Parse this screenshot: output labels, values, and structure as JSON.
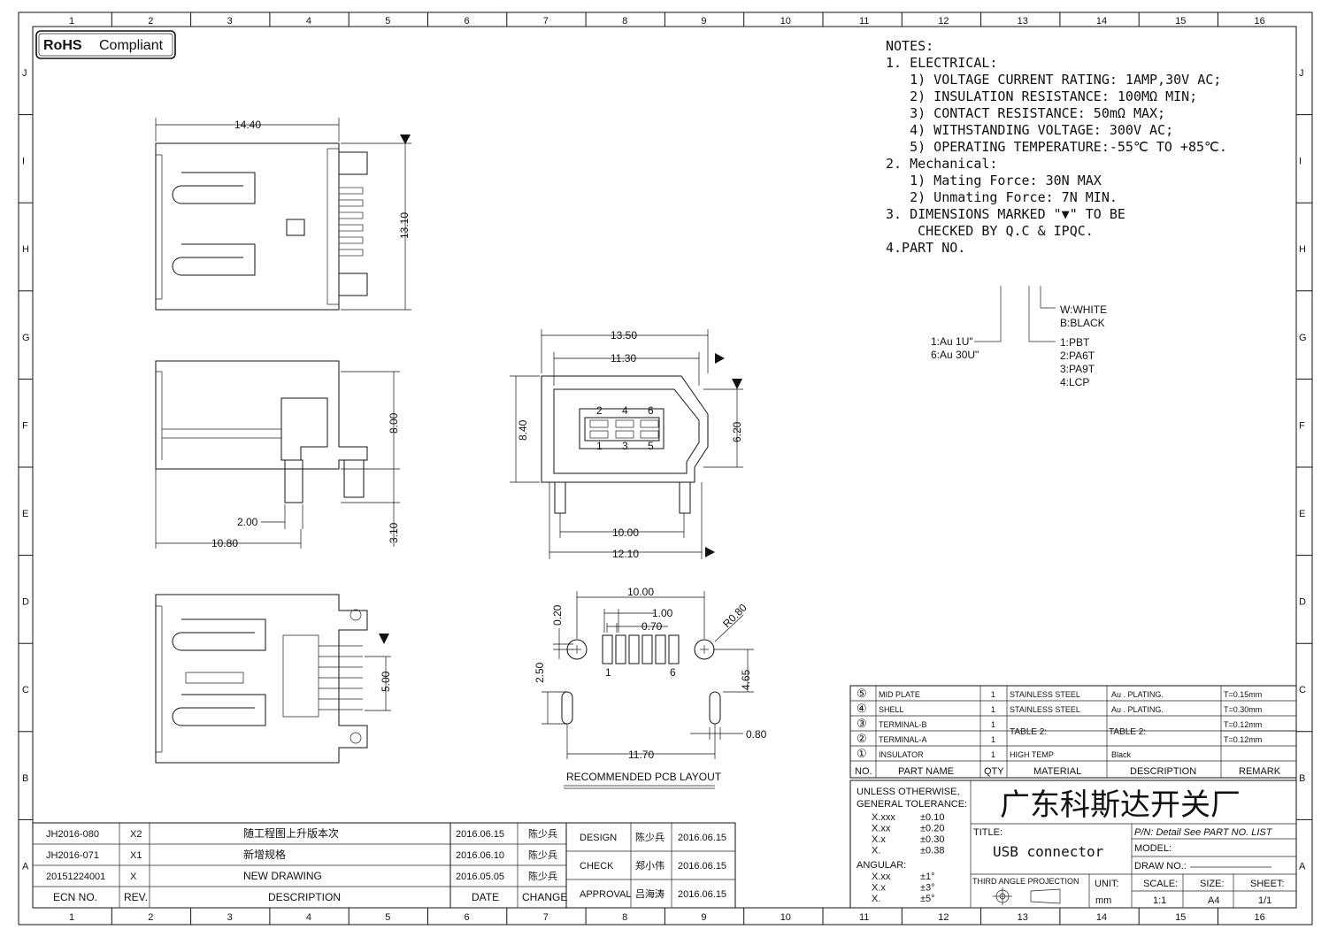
{
  "border": {
    "columns": [
      "1",
      "2",
      "3",
      "4",
      "5",
      "6",
      "7",
      "8",
      "9",
      "10",
      "11",
      "12",
      "13",
      "14",
      "15",
      "16"
    ],
    "rows": [
      "J",
      "I",
      "H",
      "G",
      "F",
      "E",
      "D",
      "C",
      "B",
      "A"
    ]
  },
  "rohs": {
    "bold": "RoHS",
    "label": "Compliant"
  },
  "notes": {
    "heading": "NOTES:",
    "lines": [
      "1. ELECTRICAL:",
      "   1) VOLTAGE CURRENT RATING: 1AMP,30V AC;",
      "   2) INSULATION RESISTANCE: 100MΩ MIN;",
      "   3) CONTACT RESISTANCE: 50mΩ MAX;",
      "   4) WITHSTANDING VOLTAGE: 300V AC;",
      "   5) OPERATING TEMPERATURE:-55℃ TO +85℃.",
      "2. Mechanical:",
      "   1) Mating Force: 30N MAX",
      "   2) Unmating Force: 7N MIN.",
      "3. DIMENSIONS MARKED \"▼\" TO BE",
      "    CHECKED BY Q.C & IPQC.",
      "4.PART NO."
    ]
  },
  "part_no": {
    "plating": [
      "1:Au 1U\"",
      "6:Au 30U\""
    ],
    "color": [
      "W:WHITE",
      "B:BLACK"
    ],
    "material": [
      "1:PBT",
      "2:PA6T",
      "3:PA9T",
      "4:LCP"
    ]
  },
  "top_view": {
    "width": "14.40",
    "height": "13.10"
  },
  "side_view": {
    "height": "8.00",
    "pin_len": "3.10",
    "offset": "2.00",
    "depth": "10.80"
  },
  "front_view": {
    "outer_width": "13.50",
    "inner_width": "11.30",
    "height": "8.40",
    "inner_height": "6.20",
    "peg_span": "10.00",
    "base_width": "12.10",
    "pins_top": [
      "2",
      "4",
      "6"
    ],
    "pins_bottom": [
      "1",
      "3",
      "5"
    ]
  },
  "bottom_view": {
    "pitch": "5.00"
  },
  "pcb": {
    "title": "RECOMMENDED PCB LAYOUT",
    "hole_span": "10.00",
    "pad_pitch": "1.00",
    "pad_width": "0.70",
    "offset": "0.20",
    "radius": "R0.80",
    "vertical": "2.50",
    "slot_offset": "4.65",
    "slot_width": "0.80",
    "slot_span": "11.70",
    "pin_first": "1",
    "pin_last": "6"
  },
  "bom": {
    "rows": [
      {
        "no": "⑤",
        "name": "MID PLATE",
        "qty": "1",
        "material": "STAINLESS STEEL",
        "desc": "Au . PLATING.",
        "remark": "T=0.15mm"
      },
      {
        "no": "④",
        "name": "SHELL",
        "qty": "1",
        "material": "STAINLESS STEEL",
        "desc": "Au . PLATING.",
        "remark": "T=0.30mm"
      },
      {
        "no": "③",
        "name": "TERMINAL-B",
        "qty": "1",
        "material": "",
        "desc": "",
        "remark": "T=0.12mm"
      },
      {
        "no": "②",
        "name": "TERMINAL-A",
        "qty": "1",
        "material": "",
        "desc": "",
        "remark": "T=0.12mm"
      },
      {
        "no": "①",
        "name": "INSULATOR",
        "qty": "1",
        "material": "HIGH TEMP",
        "desc": "Black",
        "remark": ""
      }
    ],
    "table2_material": "TABLE 2:",
    "table2_desc": "TABLE 2:",
    "headers": {
      "no": "NO.",
      "name": "PART NAME",
      "qty": "QTY",
      "material": "MATERIAL",
      "desc": "DESCRIPTION",
      "remark": "REMARK"
    }
  },
  "tolerance": {
    "title1": "UNLESS OTHERWISE,",
    "title2": "GENERAL TOLERANCE:",
    "rows": [
      [
        "X.xxx",
        "±0.10"
      ],
      [
        "X.xx",
        "±0.20"
      ],
      [
        "X.x",
        "±0.30"
      ],
      [
        "X.",
        "±0.38"
      ]
    ],
    "angular": "ANGULAR:",
    "angle_rows": [
      [
        "X.xx",
        "±1°"
      ],
      [
        "X.x",
        "±3°"
      ],
      [
        "X.",
        "±5°"
      ]
    ]
  },
  "title_block": {
    "company": "广东科斯达开关厂",
    "title_label": "TITLE:",
    "title": "USB connector",
    "pn": "P/N: Detail See PART NO. LIST",
    "model": "MODEL:",
    "draw_no": "DRAW NO.:",
    "projection": "THIRD ANGLE PROJECTION",
    "unit_label": "UNIT:",
    "unit": "mm",
    "scale_label": "SCALE:",
    "scale": "1:1",
    "size_label": "SIZE:",
    "size": "A4",
    "sheet_label": "SHEET:",
    "sheet": "1/1"
  },
  "revisions": {
    "rows": [
      {
        "ecn": "JH2016-080",
        "rev": "X2",
        "desc": "随工程图上升版本次",
        "date": "2016.06.15",
        "change": "陈少兵"
      },
      {
        "ecn": "JH2016-071",
        "rev": "X1",
        "desc": "新增规格",
        "date": "2016.06.10",
        "change": "陈少兵"
      },
      {
        "ecn": "20151224001",
        "rev": "X",
        "desc": "NEW DRAWING",
        "date": "2016.05.05",
        "change": "陈少兵"
      }
    ],
    "headers": {
      "ecn": "ECN NO.",
      "rev": "REV.",
      "desc": "DESCRIPTION",
      "date": "DATE",
      "change": "CHANGE"
    }
  },
  "approvals": [
    {
      "label": "DESIGN",
      "name": "陈少兵",
      "date": "2016.06.15"
    },
    {
      "label": "CHECK",
      "name": "郑小伟",
      "date": "2016.06.15"
    },
    {
      "label": "APPROVAL",
      "name": "吕海涛",
      "date": "2016.06.15"
    }
  ]
}
